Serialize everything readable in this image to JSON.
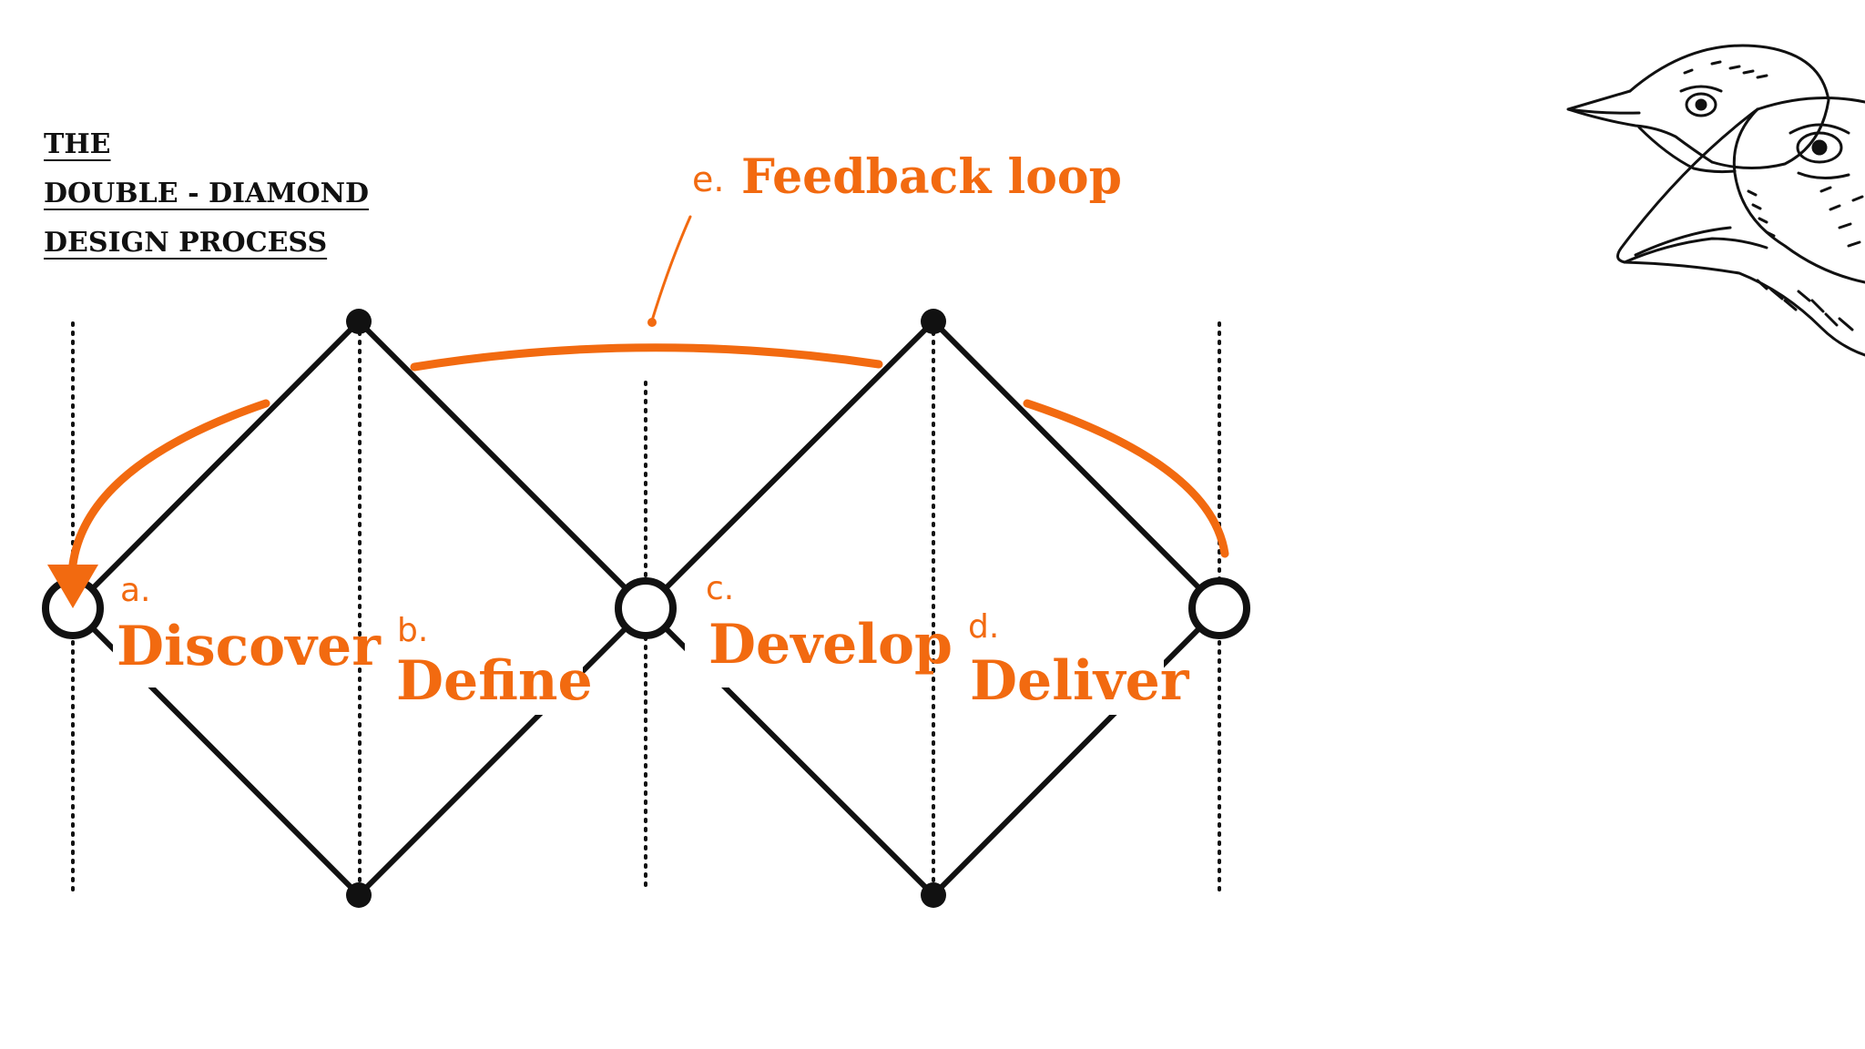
{
  "title": {
    "line1": "THE",
    "line2": "DOUBLE - DIAMOND",
    "line3": "DESIGN PROCESS"
  },
  "stages": [
    {
      "letter": "a.",
      "name": "Discover"
    },
    {
      "letter": "b.",
      "name": "Define"
    },
    {
      "letter": "c.",
      "name": "Develop"
    },
    {
      "letter": "d.",
      "name": "Deliver"
    }
  ],
  "feedback": {
    "letter": "e.",
    "label": "Feedback loop"
  },
  "colors": {
    "accent": "#f26a10",
    "line": "#111111",
    "background": "#ffffff"
  },
  "icons": [
    "birds-illustration",
    "arrow-head-icon"
  ]
}
